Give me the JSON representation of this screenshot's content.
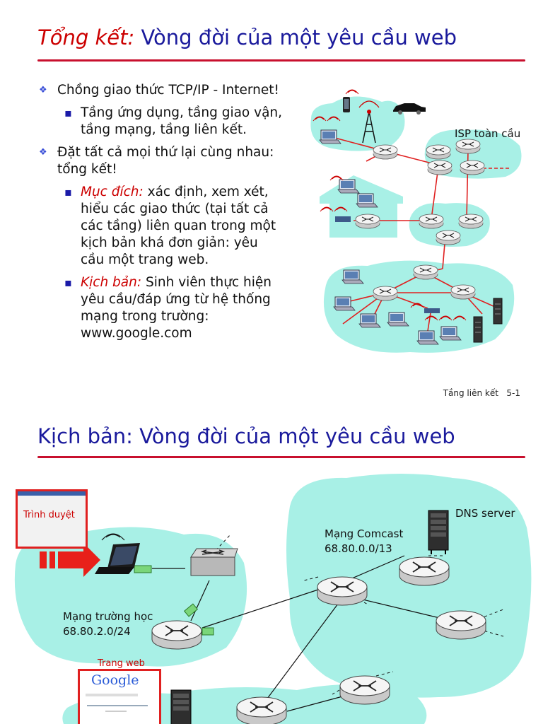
{
  "slide1": {
    "title_italic": "Tổng kết:",
    "title_rest": " Vòng đời của một yêu cầu web",
    "bullets": [
      {
        "text": "Chồng giao thức TCP/IP - Internet!"
      },
      {
        "text": "Tầng ứng dụng, tầng giao vận, tầng mạng, tầng liên kết."
      },
      {
        "text": "Đặt tất cả mọi thứ lại cùng nhau: tổng kết!"
      },
      {
        "italic": "Mục đích:",
        "text": " xác định, xem xét, hiểu các giao thức (tại tất cả các tầng) liên quan trong một kịch bản khá đơn giản: yêu cầu một trang web."
      },
      {
        "italic": "Kịch bản:",
        "text": " Sinh viên thực hiện yêu cầu/đáp ứng từ hệ thống mạng trong trường: www.google.com"
      }
    ],
    "isp_label": "ISP toàn cầu",
    "footer_section": "Tầng liên kết",
    "footer_page": "5-1"
  },
  "slide2": {
    "title": "Kịch bản: Vòng đời của một yêu cầu web",
    "browser_label": "Trình duyệt",
    "dns_label": "DNS server",
    "comcast_name": "Mạng Comcast",
    "comcast_prefix": "68.80.0.0/13",
    "school_name": "Mạng trường học",
    "school_prefix": "68.80.2.0/24",
    "webpage_label": "Trang web",
    "google_logo": "Google"
  },
  "colors": {
    "title_blue": "#1a1a9c",
    "accent_red": "#cc0000",
    "cloud": "#a8f0e6",
    "link_red": "#e02020"
  }
}
